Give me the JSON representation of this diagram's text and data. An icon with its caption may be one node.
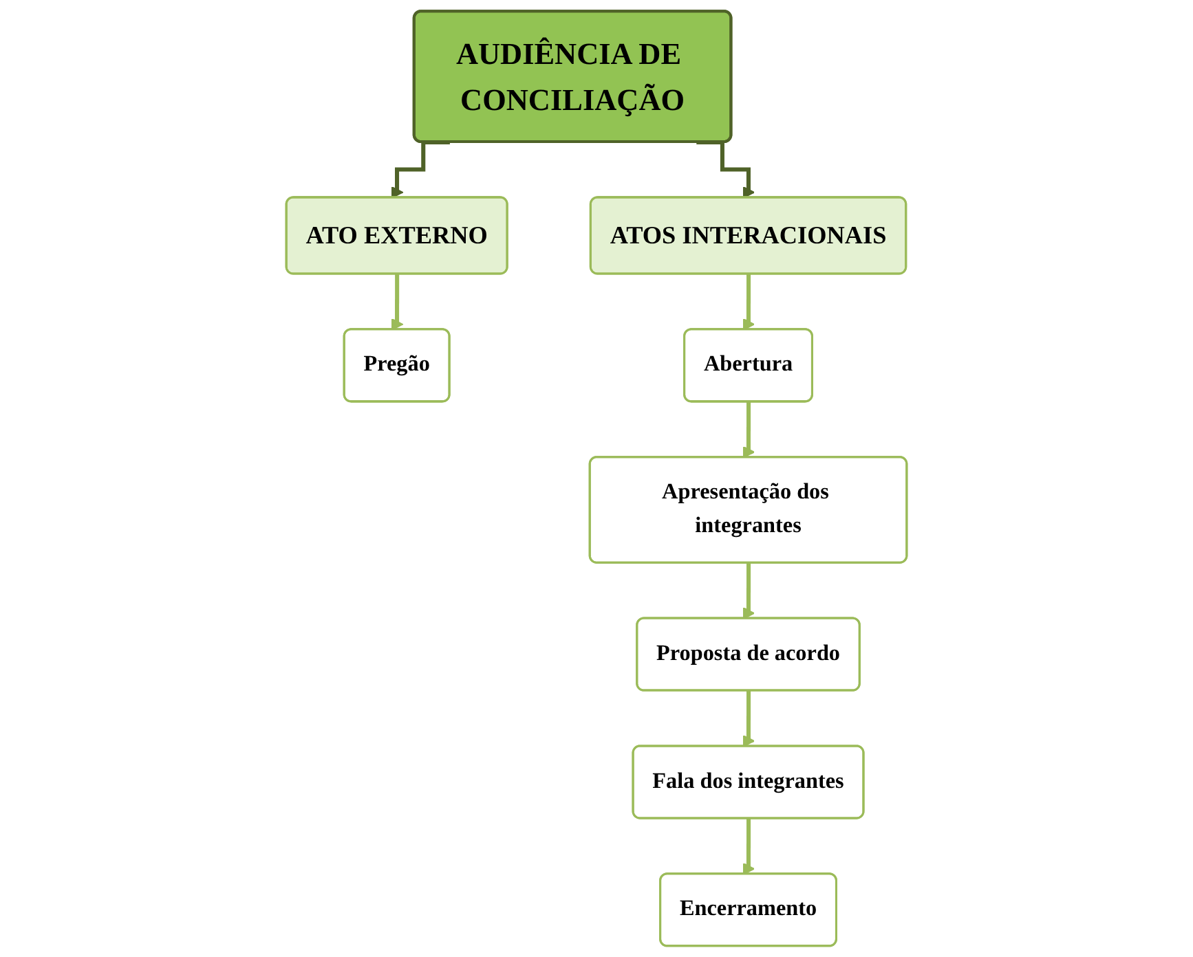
{
  "diagram": {
    "nodes": [
      {
        "text": [
          "AUDIÊNCIA DE CONCILIAÇÃO"
        ]
      },
      {
        "text": [
          "ATO EXTERNO"
        ]
      },
      {
        "text": [
          "ATOS INTERACIONAIS"
        ]
      },
      {
        "text": [
          "Pregão"
        ]
      },
      {
        "text": [
          "Abertura"
        ]
      },
      {
        "text": [
          "Apresentação dos integrantes"
        ]
      },
      {
        "text": [
          "Proposta de acordo"
        ]
      },
      {
        "text": [
          "Fala dos integrantes"
        ]
      },
      {
        "text": [
          "Encerramento"
        ]
      }
    ],
    "edges": [
      {
        "from": 0,
        "to": 1,
        "arrow": "to",
        "color": "#4f6228"
      },
      {
        "from": 0,
        "to": 2,
        "arrow": "to",
        "color": "#4f6228"
      },
      {
        "from": 1,
        "to": 3,
        "arrow": "to"
      },
      {
        "from": 2,
        "to": 4,
        "arrow": "to"
      },
      {
        "from": 4,
        "to": 5,
        "arrow": "to"
      },
      {
        "from": 5,
        "to": 6,
        "arrow": "to"
      },
      {
        "from": 6,
        "to": 7,
        "arrow": "to"
      },
      {
        "from": 7,
        "to": 8,
        "arrow": "to"
      }
    ]
  }
}
